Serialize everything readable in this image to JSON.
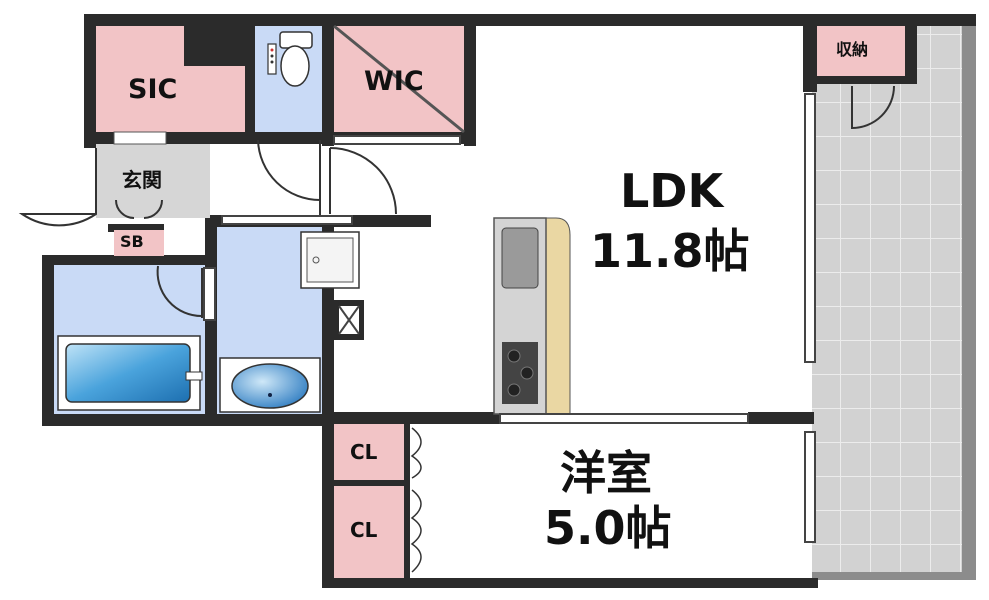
{
  "rooms": {
    "ldk": {
      "name": "LDK",
      "size": "11.8帖"
    },
    "western": {
      "name": "洋室",
      "size": "5.0帖"
    },
    "sic": "SIC",
    "wic": "WIC",
    "entrance": "玄関",
    "sb": "SB",
    "storage": "収納",
    "cl_upper": "CL",
    "cl_lower": "CL"
  },
  "colors": {
    "wall": "#2b2b2b",
    "closet": "#f2c4c6",
    "wet_area": "#c9daf6",
    "entrance_floor": "#d6d6d6",
    "balcony": "#d0d0d0",
    "kitchen_counter": "#ead7a3"
  }
}
